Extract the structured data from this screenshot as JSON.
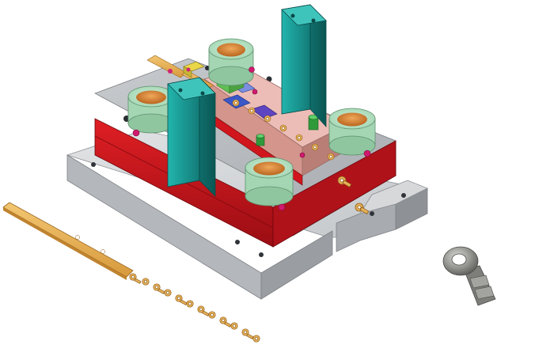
{
  "image": {
    "subject": "progressive-stamping-die-assembly",
    "components": [
      {
        "name": "lower-die-shoe",
        "color": "#cfd1d3"
      },
      {
        "name": "upper-die-plate",
        "color": "#b9bcbf"
      },
      {
        "name": "die-block-red",
        "color": "#c9101b"
      },
      {
        "name": "stripper-plate",
        "color": "#e8b6b0"
      },
      {
        "name": "guide-bushings",
        "color": "#bde5c9"
      },
      {
        "name": "guide-bushing-bore",
        "color": "#d98a36"
      },
      {
        "name": "heel-blocks",
        "color": "#1c9f9a"
      },
      {
        "name": "strip-stock",
        "color": "#e7b25a"
      },
      {
        "name": "finished-ring-terminal",
        "color": "#8e8f8c"
      }
    ]
  }
}
